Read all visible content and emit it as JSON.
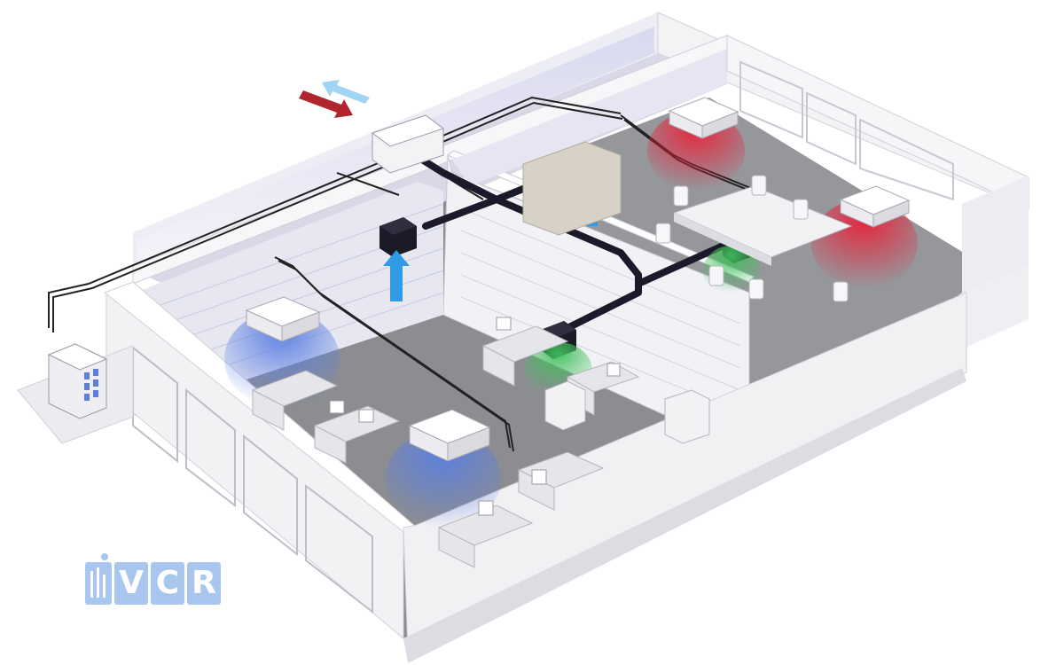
{
  "logo": {
    "letters": [
      "V",
      "C",
      "R"
    ]
  },
  "icons": {
    "outdoor_unit": "outdoor-condenser-icon",
    "cassette": "ceiling-cassette-ac-icon",
    "duct_unit": "duct-fan-unit-icon",
    "hrv": "heat-recovery-ventilator-icon",
    "airflow_supply": "supply-air-arrow-icon",
    "airflow_exhaust": "exhaust-air-arrow-icon"
  },
  "colors": {
    "cooling_zone": "#6f8ee8",
    "heating_zone": "#e8323f",
    "fresh_air_zone": "#3fbf5a",
    "supply_arrow": "#2f9be6",
    "exhaust_arrow": "#b1262c",
    "intake_arrow": "#9fd4f2",
    "duct": "#1a1a2a",
    "floor": "#8c8d91",
    "wall": "#f3f3f5",
    "logo": "#a9c7ee"
  }
}
